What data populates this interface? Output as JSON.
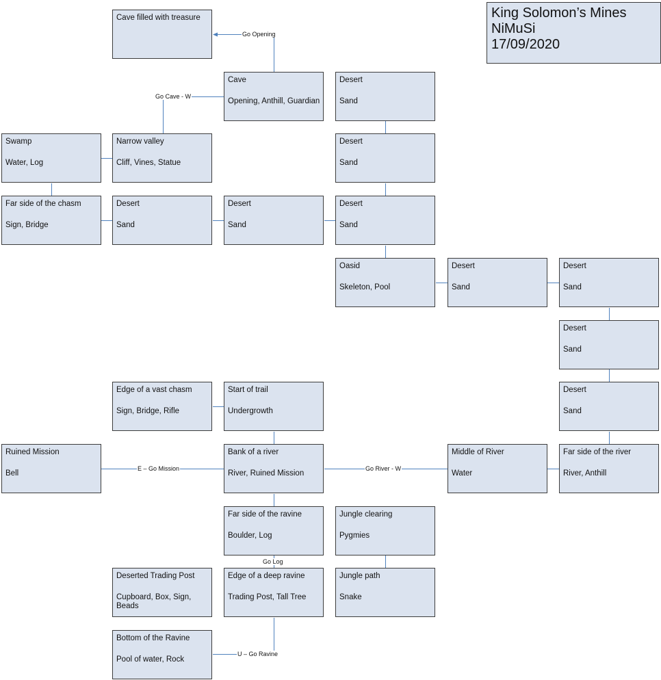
{
  "title": {
    "line1": "King Solomon’s Mines",
    "line2": "NiMuSi",
    "line3": "17/09/2020"
  },
  "rooms": {
    "cave_treasure": {
      "name": "Cave filled with treasure",
      "items": ""
    },
    "cave": {
      "name": "Cave",
      "items": "Opening, Anthill, Guardian"
    },
    "desert_1": {
      "name": "Desert",
      "items": "Sand"
    },
    "swamp": {
      "name": "Swamp",
      "items": "Water, Log"
    },
    "narrow_valley": {
      "name": "Narrow valley",
      "items": "Cliff, Vines, Statue"
    },
    "desert_2": {
      "name": "Desert",
      "items": "Sand"
    },
    "far_chasm": {
      "name": "Far side of the chasm",
      "items": "Sign, Bridge"
    },
    "desert_3": {
      "name": "Desert",
      "items": "Sand"
    },
    "desert_4": {
      "name": "Desert",
      "items": "Sand"
    },
    "desert_5": {
      "name": "Desert",
      "items": "Sand"
    },
    "oasid": {
      "name": "Oasid",
      "items": "Skeleton, Pool"
    },
    "desert_6": {
      "name": "Desert",
      "items": "Sand"
    },
    "desert_7": {
      "name": "Desert",
      "items": "Sand"
    },
    "desert_8": {
      "name": "Desert",
      "items": "Sand"
    },
    "edge_chasm": {
      "name": "Edge of a vast chasm",
      "items": "Sign, Bridge, Rifle"
    },
    "start_trail": {
      "name": "Start of trail",
      "items": "Undergrowth"
    },
    "desert_9": {
      "name": "Desert",
      "items": "Sand"
    },
    "ruined_mission": {
      "name": "Ruined Mission",
      "items": "Bell"
    },
    "bank_river": {
      "name": "Bank of a river",
      "items": "River, Ruined Mission"
    },
    "middle_river": {
      "name": "Middle of River",
      "items": "Water"
    },
    "far_river": {
      "name": "Far side of the river",
      "items": "River, Anthill"
    },
    "far_ravine": {
      "name": "Far side of the ravine",
      "items": "Boulder, Log"
    },
    "jungle_clearing": {
      "name": "Jungle clearing",
      "items": "Pygmies"
    },
    "trading_post": {
      "name": "Deserted Trading Post",
      "items": "Cupboard, Box, Sign, Beads"
    },
    "edge_ravine": {
      "name": "Edge of a deep ravine",
      "items": "Trading Post, Tall Tree"
    },
    "jungle_path": {
      "name": "Jungle path",
      "items": "Snake"
    },
    "bottom_ravine": {
      "name": "Bottom of the Ravine",
      "items": "Pool of water, Rock"
    }
  },
  "labels": {
    "go_opening": "Go Opening",
    "go_cave": "Go Cave - W",
    "go_mission": "E – Go Mission",
    "go_river": "Go River - W",
    "go_log": "Go Log",
    "go_ravine": "U – Go Ravine"
  },
  "colors": {
    "room_fill": "#dbe3ef",
    "room_border": "#3c3c3c",
    "connector": "#4f81bd"
  }
}
